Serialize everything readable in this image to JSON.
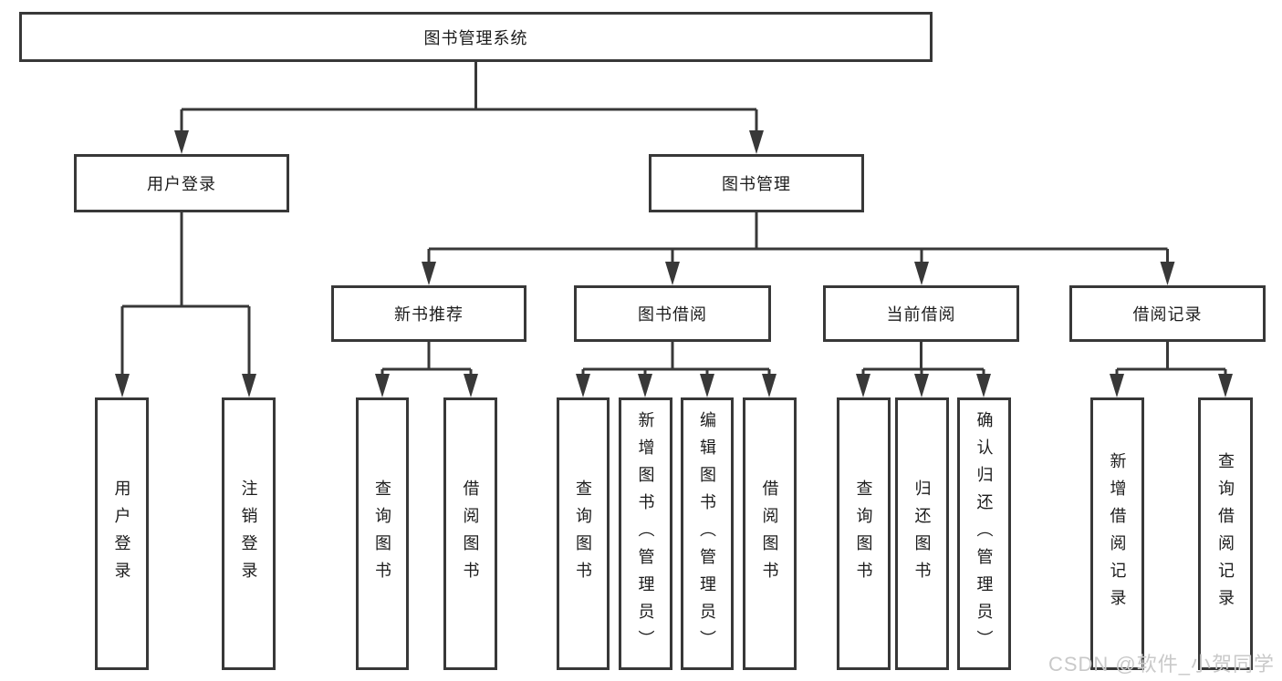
{
  "diagram": {
    "type": "tree",
    "tree": {
      "label": "图书管理系统",
      "children": [
        {
          "label": "用户登录",
          "children": [
            {
              "label": "用户登录"
            },
            {
              "label": "注销登录"
            }
          ]
        },
        {
          "label": "图书管理",
          "children": [
            {
              "label": "新书推荐",
              "children": [
                {
                  "label": "查询图书"
                },
                {
                  "label": "借阅图书"
                }
              ]
            },
            {
              "label": "图书借阅",
              "children": [
                {
                  "label": "查询图书"
                },
                {
                  "label": "新增图书（管理员）"
                },
                {
                  "label": "编辑图书（管理员）"
                },
                {
                  "label": "借阅图书"
                }
              ]
            },
            {
              "label": "当前借阅",
              "children": [
                {
                  "label": "查询图书"
                },
                {
                  "label": "归还图书"
                },
                {
                  "label": "确认归还（管理员）"
                }
              ]
            },
            {
              "label": "借阅记录",
              "children": [
                {
                  "label": "新增借阅记录"
                },
                {
                  "label": "查询借阅记录"
                }
              ]
            }
          ]
        }
      ]
    },
    "colors": {
      "line": "#383838",
      "text": "#1c1c1c",
      "background": "#ffffff"
    }
  },
  "watermark": {
    "text": "CSDN @软件_小贺同学",
    "color": "#c9c9c9"
  }
}
